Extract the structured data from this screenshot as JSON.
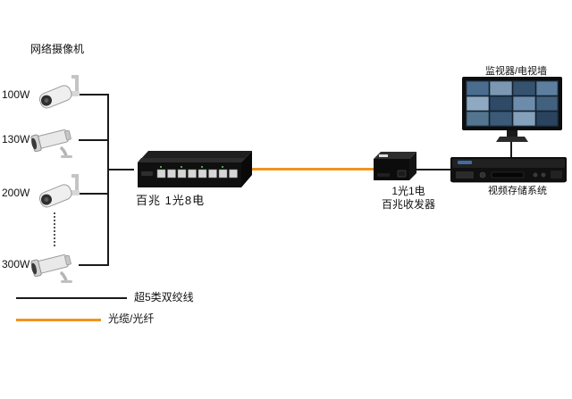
{
  "colors": {
    "copper_line": "#1a1a1a",
    "fiber_line": "#f0941e",
    "background": "#ffffff"
  },
  "camera_group": {
    "label": "网络摄像机",
    "cameras": [
      {
        "label": "100W"
      },
      {
        "label": "130W"
      },
      {
        "label": "200W"
      },
      {
        "label": "300W"
      }
    ]
  },
  "switch": {
    "label": "百兆 1光8电"
  },
  "transceiver": {
    "label_line1": "1光1电",
    "label_line2": "百兆收发器"
  },
  "monitor": {
    "label": "监视器/电视墙"
  },
  "storage": {
    "label": "视频存储系统"
  },
  "legend": {
    "copper": {
      "label": "超5类双绞线",
      "color": "#1a1a1a"
    },
    "fiber": {
      "label": "光缆/光纤",
      "color": "#f0941e"
    }
  }
}
